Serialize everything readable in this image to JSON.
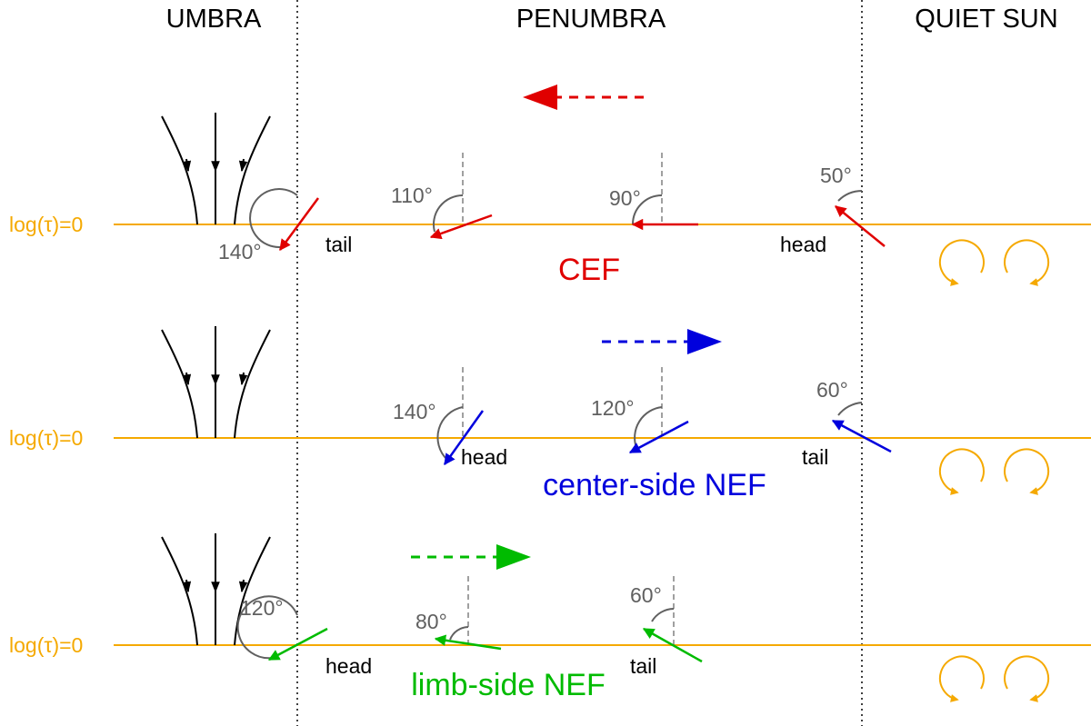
{
  "regions": {
    "umbra": "UMBRA",
    "penumbra": "PENUMBRA",
    "quiet_sun": "QUIET SUN"
  },
  "colors": {
    "cef": "#E00000",
    "center_nef": "#0000DD",
    "limb_nef": "#00BB00",
    "tau_line": "#F5A900",
    "angle": "#606060",
    "field_line": "#000000"
  },
  "rows": [
    {
      "tau_label": "log(τ)=0",
      "flow_label": "CEF",
      "flow_direction": "left",
      "angles": [
        "140°",
        "110°",
        "90°",
        "50°"
      ],
      "end_labels": [
        "tail",
        "head"
      ]
    },
    {
      "tau_label": "log(τ)=0",
      "flow_label": "center-side NEF",
      "flow_direction": "right",
      "angles": [
        "140°",
        "120°",
        "60°"
      ],
      "end_labels": [
        "head",
        "tail"
      ]
    },
    {
      "tau_label": "log(τ)=0",
      "flow_label": "limb-side NEF",
      "flow_direction": "right",
      "angles": [
        "120°",
        "80°",
        "60°"
      ],
      "end_labels": [
        "head",
        "tail"
      ]
    }
  ]
}
